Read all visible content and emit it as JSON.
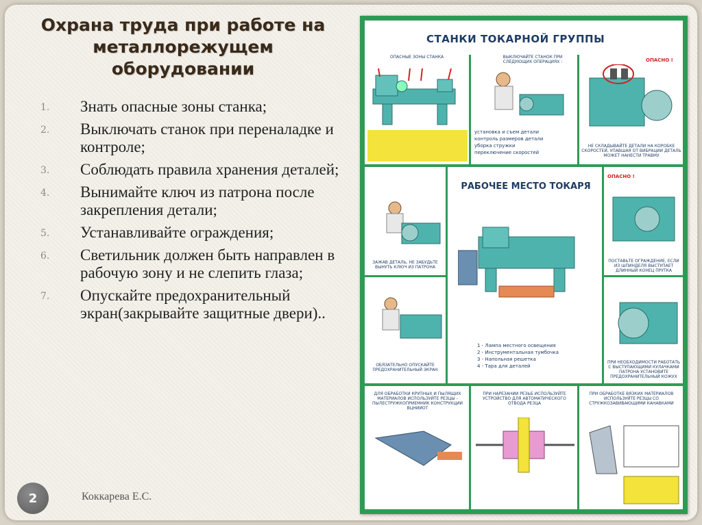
{
  "slide": {
    "title": "Охрана труда при работе на металлорежущем оборудовании",
    "page_number": "2",
    "author": "Коккарева Е.С.",
    "points": [
      {
        "num": "1.",
        "text": "Знать опасные зоны станка;"
      },
      {
        "num": "2.",
        "text": "Выключать станок при переналадке и контроле;"
      },
      {
        "num": "3.",
        "text": "Соблюдать правила хранения деталей;"
      },
      {
        "num": "4.",
        "text": "Вынимайте ключ из патрона после закрепления детали;"
      },
      {
        "num": "5.",
        "text": "Устанавливайте ограждения;"
      },
      {
        "num": "6.",
        "text": "Светильник должен быть направлен в рабочую зону и не слепить глаза;"
      },
      {
        "num": "7.",
        "text": "Опускайте предохранительный экран(закрывайте защитные двери).."
      }
    ]
  },
  "poster": {
    "title": "СТАНКИ ТОКАРНОЙ ГРУППЫ",
    "center_title": "РАБОЧЕЕ МЕСТО ТОКАРЯ",
    "zones_label": "ОПАСНЫЕ ЗОНЫ СТАНКА",
    "switch_off_label": "ВЫКЛЮЧАЙТЕ СТАНОК ПРИ СЛЕДУЮЩИХ ОПЕРАЦИЯХ :",
    "danger": "ОПАСНО !",
    "switch_items": [
      "установка и съем детали",
      "контроль размеров детали",
      "уборка стружки",
      "переключение скоростей"
    ],
    "no_parts_caption": "НЕ СКЛАДЫВАЙТЕ ДЕТАЛИ НА КОРОБКЕ СКОРОСТЕЙ, УПАВШАЯ ОТ ВИБРАЦИИ ДЕТАЛЬ МОЖЕТ НАНЕСТИ ТРАВМУ",
    "key_caption": "ЗАЖАВ ДЕТАЛЬ, НЕ ЗАБУДЬТЕ ВЫНУТЬ КЛЮЧ ИЗ ПАТРОНА",
    "guard_caption": "ПОСТАВЬТЕ ОГРАЖДЕНИЕ, ЕСЛИ ИЗ ШПИНДЕЛЯ ВЫСТУПАЕТ ДЛИННЫЙ КОНЕЦ ПРУТКА",
    "screen_caption": "ОБЯЗАТЕЛЬНО ОПУСКАЙТЕ ПРЕДОХРАНИТЕЛЬНЫЙ ЭКРАН",
    "cam_caption": "ПРИ НЕОБХОДИМОСТИ РАБОТАТЬ С ВЫСТУПАЮЩИМИ КУЛАЧКАМИ ПАТРОНА УСТАНОВИТЕ ПРЕДОХРАНИТЕЛЬНЫЙ КОЖУХ",
    "legend": [
      "1 - Лампа местного освещения",
      "2 - Инструментальная тумбочка",
      "3 - Напольная решетка",
      "4 - Тара для деталей"
    ],
    "bottom_captions": [
      "ДЛЯ ОБРАБОТКИ КРУПНЫХ И ПЫЛЯЩИХ МАТЕРИАЛОВ ИСПОЛЬЗУЙТЕ РЕЗЦЫ - ПЫЛЕСТРУЖКОПРИЕМНИК КОНСТРУКЦИИ ВЦНИИОТ",
      "ПРИ НАРЕЗАНИИ РЕЗЬБ ИСПОЛЬЗУЙТЕ УСТРОЙСТВО ДЛЯ АВТОМАТИЧЕСКОГО ОТВОДА РЕЗЦА",
      "ПРИ ОБРАБОТКЕ ВЯЗКИХ МАТЕРИАЛОВ ИСПОЛЬЗУЙТЕ РЕЗЦЫ СО СТРУЖКОЗАВИВАЮЩИМИ КАНАВКАМИ"
    ],
    "colors": {
      "frame": "#2e9b55",
      "machine": "#4fb3ad",
      "text": "#1f3c64",
      "danger": "#d42020",
      "yellow": "#f3e33a"
    }
  }
}
